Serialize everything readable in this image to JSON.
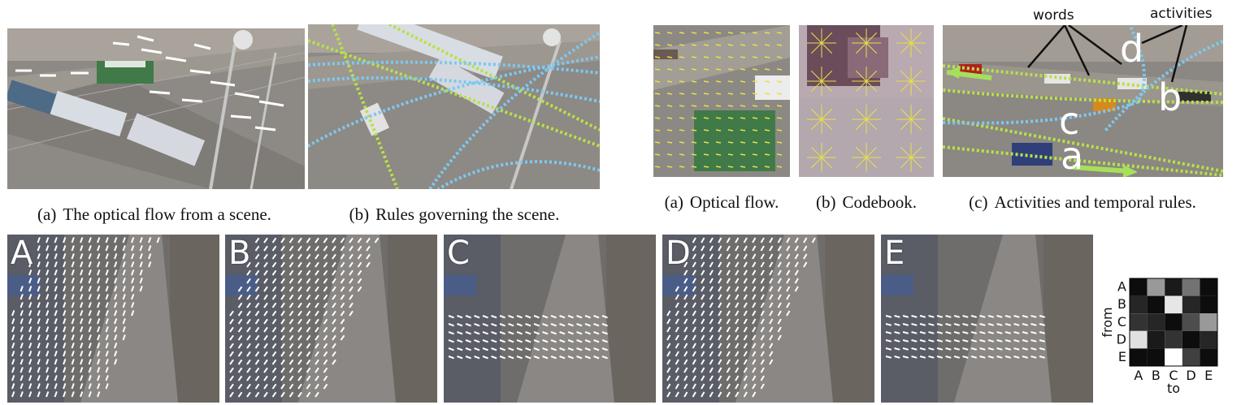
{
  "figure1": {
    "captions": [
      {
        "letter": "(a)",
        "text": "The optical flow from a scene."
      },
      {
        "letter": "(b)",
        "text": "Rules governing the scene."
      }
    ]
  },
  "figure2": {
    "captions": [
      {
        "letter": "(a)",
        "text": "Optical flow."
      },
      {
        "letter": "(b)",
        "text": "Codebook."
      },
      {
        "letter": "(c)",
        "text": "Activities and temporal rules."
      }
    ],
    "labels": {
      "words": "words",
      "activities": "activities"
    },
    "activity_letters": [
      "a",
      "b",
      "c",
      "d"
    ]
  },
  "figure3": {
    "frame_letters": [
      "A",
      "B",
      "C",
      "D",
      "E"
    ],
    "matrix": {
      "row_labels": [
        "A",
        "B",
        "C",
        "D",
        "E"
      ],
      "col_labels": [
        "A",
        "B",
        "C",
        "D",
        "E"
      ],
      "x_title": "to",
      "y_title": "from",
      "intensities": [
        [
          0.05,
          0.6,
          0.1,
          0.45,
          0.05
        ],
        [
          0.15,
          0.05,
          0.9,
          0.15,
          0.05
        ],
        [
          0.2,
          0.15,
          0.05,
          0.3,
          0.6
        ],
        [
          0.88,
          0.1,
          0.2,
          0.05,
          0.15
        ],
        [
          0.05,
          0.05,
          1.0,
          0.25,
          0.05
        ]
      ]
    }
  },
  "colors": {
    "road": "#8b8680",
    "flow": "#ffffff",
    "green_rule": "#b8e04a",
    "blue_rule": "#7ec8f0",
    "codebook": "#e8e04a"
  }
}
